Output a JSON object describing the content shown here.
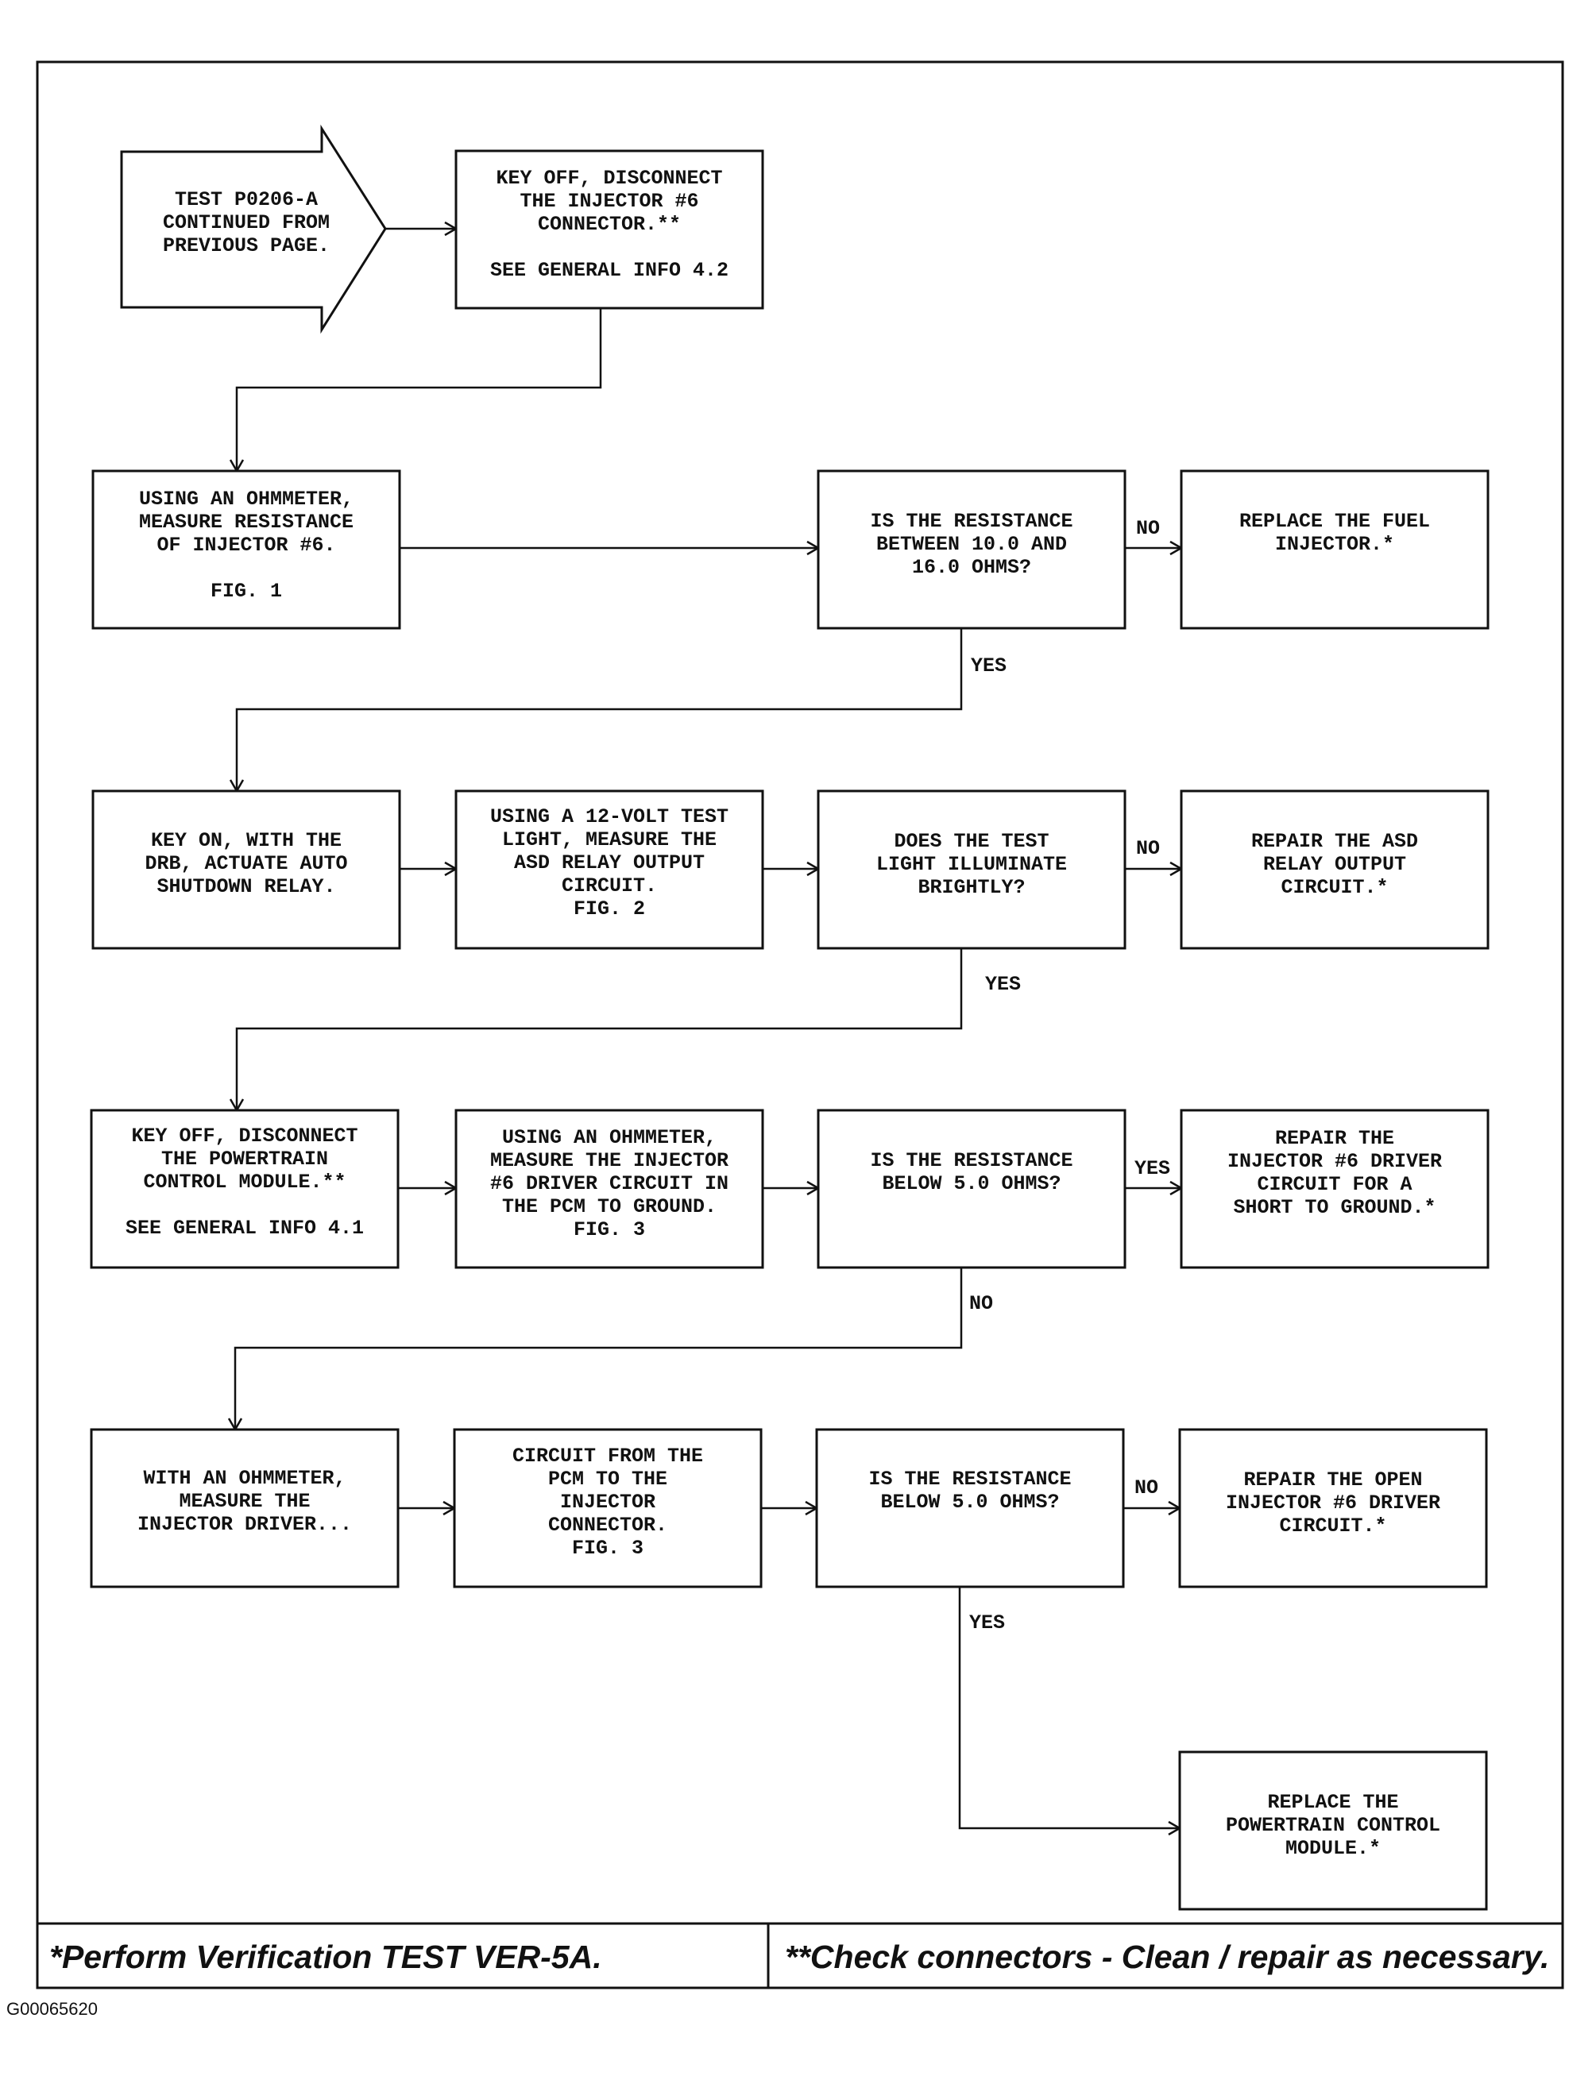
{
  "nodes": {
    "start": [
      "TEST P0206-A",
      "CONTINUED FROM",
      "PREVIOUS PAGE."
    ],
    "disconnect_injector": [
      "KEY OFF, DISCONNECT",
      "THE INJECTOR #6",
      "CONNECTOR.**",
      "",
      "SEE GENERAL INFO 4.2"
    ],
    "measure_injector": [
      "USING AN OHMMETER,",
      "MEASURE RESISTANCE",
      "OF INJECTOR #6.",
      "",
      "FIG. 1"
    ],
    "q_resistance_range": [
      "IS THE RESISTANCE",
      "BETWEEN 10.0 AND",
      "16.0 OHMS?"
    ],
    "replace_injector": [
      "REPLACE THE FUEL",
      "INJECTOR.*"
    ],
    "actuate_asd": [
      "KEY ON, WITH THE",
      "DRB, ACTUATE AUTO",
      "SHUTDOWN RELAY."
    ],
    "test_light": [
      "USING A 12-VOLT TEST",
      "LIGHT, MEASURE THE",
      "ASD RELAY OUTPUT",
      "CIRCUIT.",
      "FIG. 2"
    ],
    "q_light": [
      "DOES THE TEST",
      "LIGHT ILLUMINATE",
      "BRIGHTLY?"
    ],
    "repair_asd": [
      "REPAIR THE ASD",
      "RELAY OUTPUT",
      "CIRCUIT.*"
    ],
    "disconnect_pcm": [
      "KEY OFF, DISCONNECT",
      "THE POWERTRAIN",
      "CONTROL MODULE.**",
      "",
      "SEE GENERAL INFO 4.1"
    ],
    "measure_driver_ground": [
      "USING AN OHMMETER,",
      "MEASURE THE INJECTOR",
      "#6 DRIVER CIRCUIT IN",
      "THE PCM TO GROUND.",
      "FIG. 3"
    ],
    "q_below_5_a": [
      "IS THE RESISTANCE",
      "BELOW 5.0 OHMS?"
    ],
    "repair_short": [
      "REPAIR THE",
      "INJECTOR #6 DRIVER",
      "CIRCUIT FOR A",
      "SHORT TO GROUND.*"
    ],
    "measure_driver": [
      "WITH AN OHMMETER,",
      "MEASURE THE",
      "INJECTOR DRIVER..."
    ],
    "circuit_pcm": [
      "CIRCUIT FROM THE",
      "PCM TO THE",
      "INJECTOR",
      "CONNECTOR.",
      "FIG. 3"
    ],
    "q_below_5_b": [
      "IS THE RESISTANCE",
      "BELOW 5.0 OHMS?"
    ],
    "repair_open": [
      "REPAIR THE OPEN",
      "INJECTOR #6 DRIVER",
      "CIRCUIT.*"
    ],
    "replace_pcm": [
      "REPLACE THE",
      "POWERTRAIN CONTROL",
      "MODULE.*"
    ]
  },
  "edges": [
    {
      "from": "start",
      "to": "disconnect_injector",
      "label": ""
    },
    {
      "from": "disconnect_injector",
      "to": "measure_injector",
      "label": ""
    },
    {
      "from": "measure_injector",
      "to": "q_resistance_range",
      "label": ""
    },
    {
      "from": "q_resistance_range",
      "to": "replace_injector",
      "label": "NO"
    },
    {
      "from": "q_resistance_range",
      "to": "actuate_asd",
      "label": "YES"
    },
    {
      "from": "actuate_asd",
      "to": "test_light",
      "label": ""
    },
    {
      "from": "test_light",
      "to": "q_light",
      "label": ""
    },
    {
      "from": "q_light",
      "to": "repair_asd",
      "label": "NO"
    },
    {
      "from": "q_light",
      "to": "disconnect_pcm",
      "label": "YES"
    },
    {
      "from": "disconnect_pcm",
      "to": "measure_driver_ground",
      "label": ""
    },
    {
      "from": "measure_driver_ground",
      "to": "q_below_5_a",
      "label": ""
    },
    {
      "from": "q_below_5_a",
      "to": "repair_short",
      "label": "YES"
    },
    {
      "from": "q_below_5_a",
      "to": "measure_driver",
      "label": "NO"
    },
    {
      "from": "measure_driver",
      "to": "circuit_pcm",
      "label": ""
    },
    {
      "from": "circuit_pcm",
      "to": "q_below_5_b",
      "label": ""
    },
    {
      "from": "q_below_5_b",
      "to": "repair_open",
      "label": "NO"
    },
    {
      "from": "q_below_5_b",
      "to": "replace_pcm",
      "label": "YES"
    }
  ],
  "footer": {
    "left": "*Perform Verification TEST VER-5A.",
    "right": "**Check connectors - Clean / repair as necessary."
  },
  "image_code": "G00065620"
}
